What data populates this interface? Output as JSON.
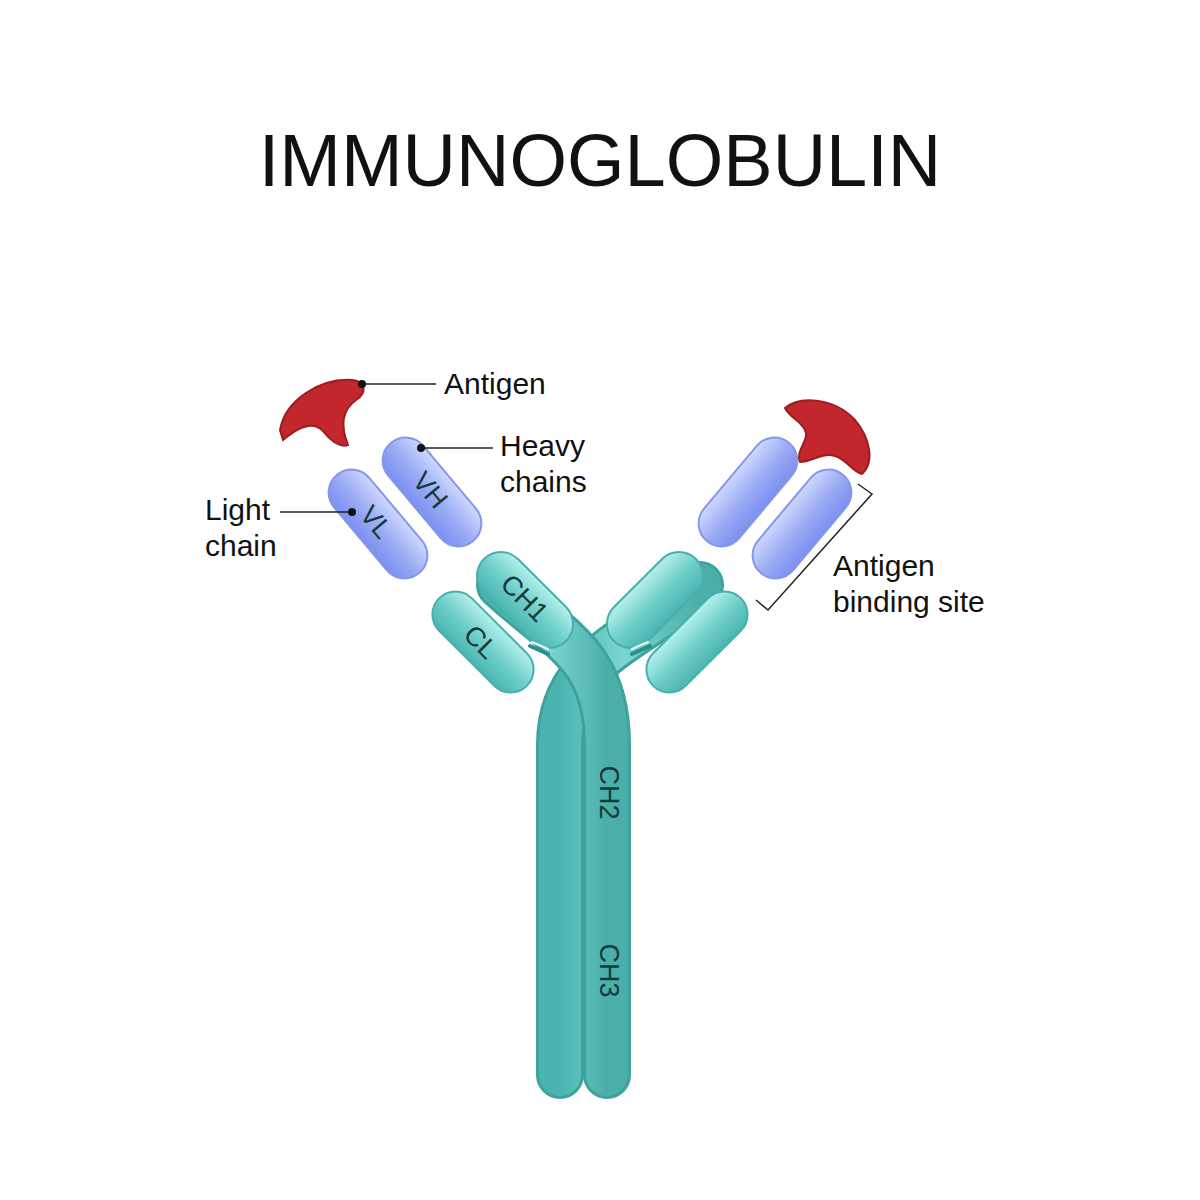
{
  "diagram": {
    "title": "IMMUNOGLOBULIN",
    "labels": [
      "Antigen",
      "Heavy chains",
      "Light chain",
      "VH",
      "VL",
      "CH1",
      "CL",
      "CH2",
      "CH3",
      "Antigen binding site"
    ]
  }
}
